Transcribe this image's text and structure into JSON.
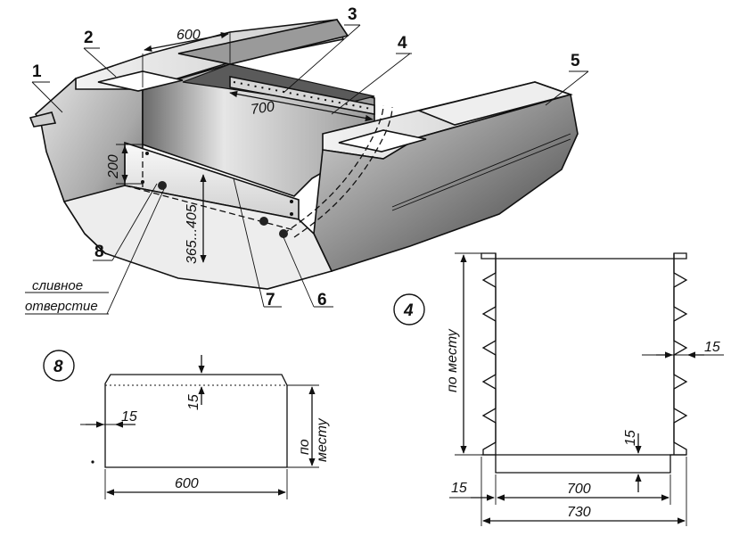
{
  "callouts": {
    "c1": "1",
    "c2": "2",
    "c3": "3",
    "c4": "4",
    "c5": "5",
    "c6": "6",
    "c7": "7",
    "c8": "8"
  },
  "main_dims": {
    "width_600": "600",
    "width_700": "700",
    "height_200": "200",
    "height_range": "365...405"
  },
  "drain_note": {
    "line1": "сливное",
    "line2": "отверстие"
  },
  "detail4": {
    "badge": "4",
    "side_note": "по месту",
    "tooth_depth": "15",
    "bottom_margin": "15",
    "left_margin": "15",
    "inner_width": "700",
    "outer_width": "730"
  },
  "detail8": {
    "badge": "8",
    "top_margin": "15",
    "side_margin": "15",
    "height_note": "по месту",
    "width": "600"
  }
}
